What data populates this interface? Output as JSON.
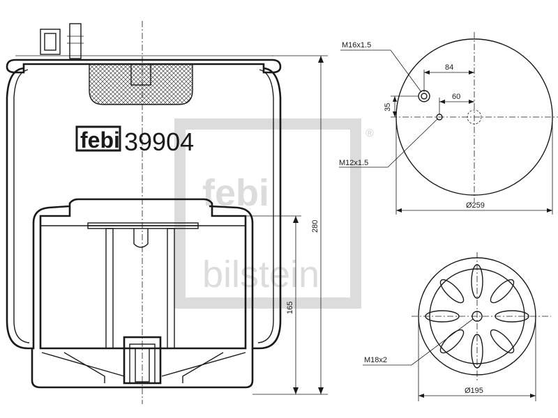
{
  "brand": {
    "logo": "febi",
    "part_number": "39904",
    "watermark_logo": "febi",
    "watermark_brand": "bilstein",
    "registered_mark": "®"
  },
  "dimensions": {
    "top_thread": "M16x1.5",
    "dim_84": "84",
    "dim_60": "60",
    "dim_35": "35",
    "side_thread": "M12x1.5",
    "top_diameter": "Ø259",
    "bottom_thread": "M18x2",
    "bottom_diameter": "Ø195",
    "height_total": "280",
    "height_piston": "165"
  }
}
